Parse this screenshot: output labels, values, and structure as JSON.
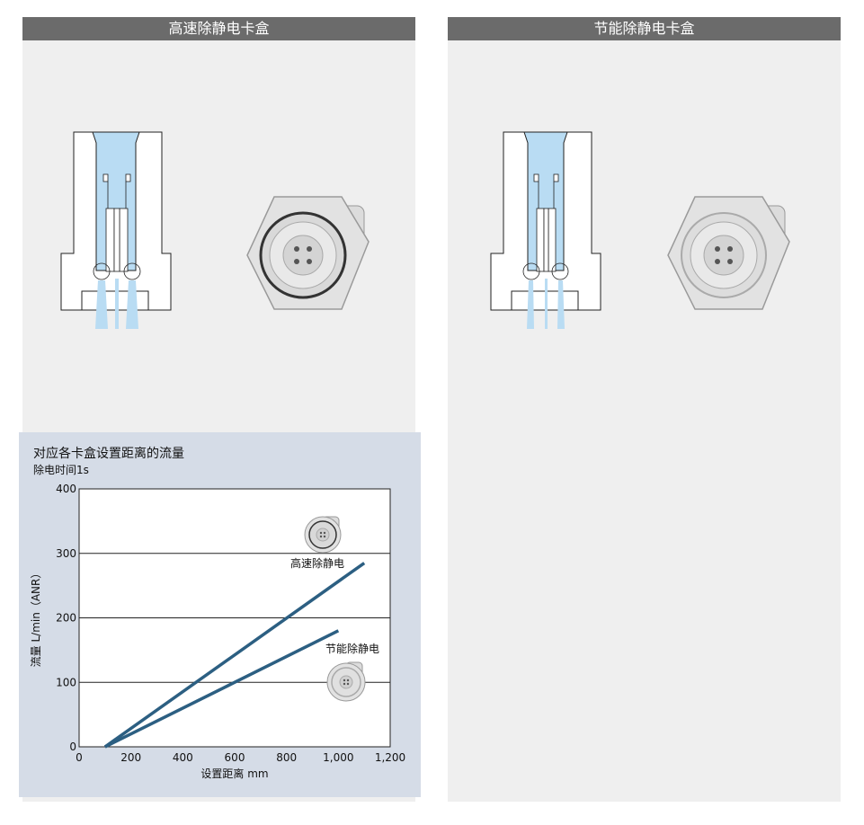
{
  "panels": {
    "left_title": "高速除静电卡盒",
    "right_title": "节能除静电卡盒"
  },
  "colors": {
    "header_bg": "#6b6b6b",
    "panel_bg": "#efefef",
    "chart_bg": "#d5dce7",
    "series_line": "#2c5f82",
    "airflow_blue": "#b9dcf3"
  },
  "chart_data": {
    "type": "line",
    "title": "对应各卡盒设置距离的流量",
    "subtitle": "除电时间1s",
    "xlabel": "设置距离 mm",
    "ylabel": "流量 L/min（ANR）",
    "xlim": [
      0,
      1200
    ],
    "ylim": [
      0,
      400
    ],
    "xticks": [
      "0",
      "200",
      "400",
      "600",
      "800",
      "1,000",
      "1,200"
    ],
    "yticks": [
      "0",
      "100",
      "200",
      "300",
      "400"
    ],
    "grid": "horizontal",
    "series": [
      {
        "name": "高速除静电",
        "x": [
          100,
          1100
        ],
        "y": [
          0,
          285
        ]
      },
      {
        "name": "节能除静电",
        "x": [
          100,
          1000
        ],
        "y": [
          0,
          180
        ]
      }
    ]
  }
}
